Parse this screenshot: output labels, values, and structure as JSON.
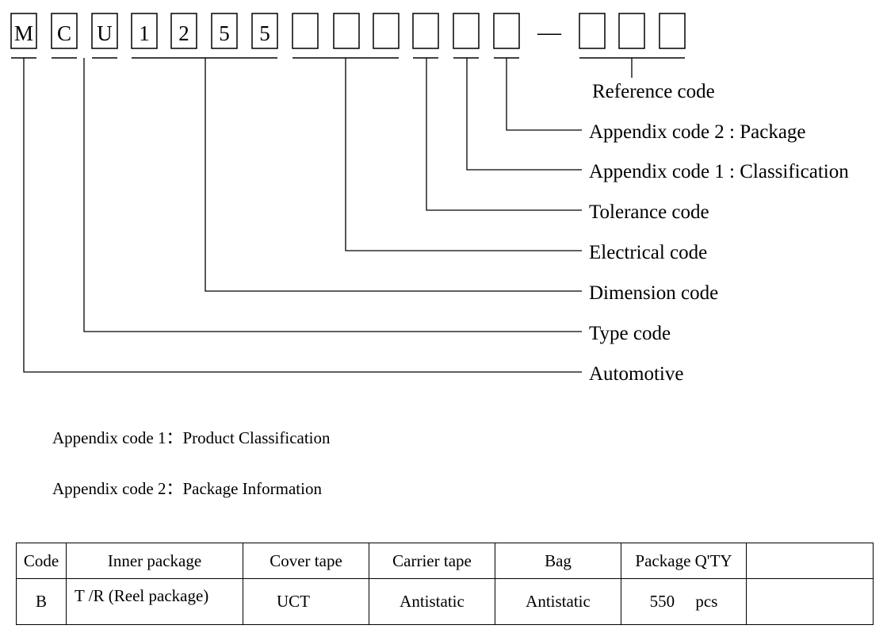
{
  "part_number": {
    "characters": [
      "M",
      "C",
      "U",
      "1",
      "2",
      "5",
      "5",
      "",
      "",
      "",
      "",
      "",
      "",
      "",
      "",
      ""
    ],
    "separator": "—"
  },
  "callouts": [
    "Reference code",
    "Appendix code 2 : Package",
    "Appendix code 1 : Classification",
    "Tolerance code",
    "Electrical code",
    "Dimension code",
    "Type code",
    "Automotive"
  ],
  "notes": {
    "appendix1": "Appendix code 1：Product Classification",
    "appendix2": "Appendix code 2：Package Information"
  },
  "package_table": {
    "headers": [
      "Code",
      "Inner package",
      "Cover tape",
      "Carrier tape",
      "Bag",
      "Package Q'TY",
      ""
    ],
    "rows": [
      [
        "B",
        "T /R (Reel package)",
        "UCT",
        "Antistatic",
        "Antistatic",
        "550     pcs",
        ""
      ]
    ]
  }
}
